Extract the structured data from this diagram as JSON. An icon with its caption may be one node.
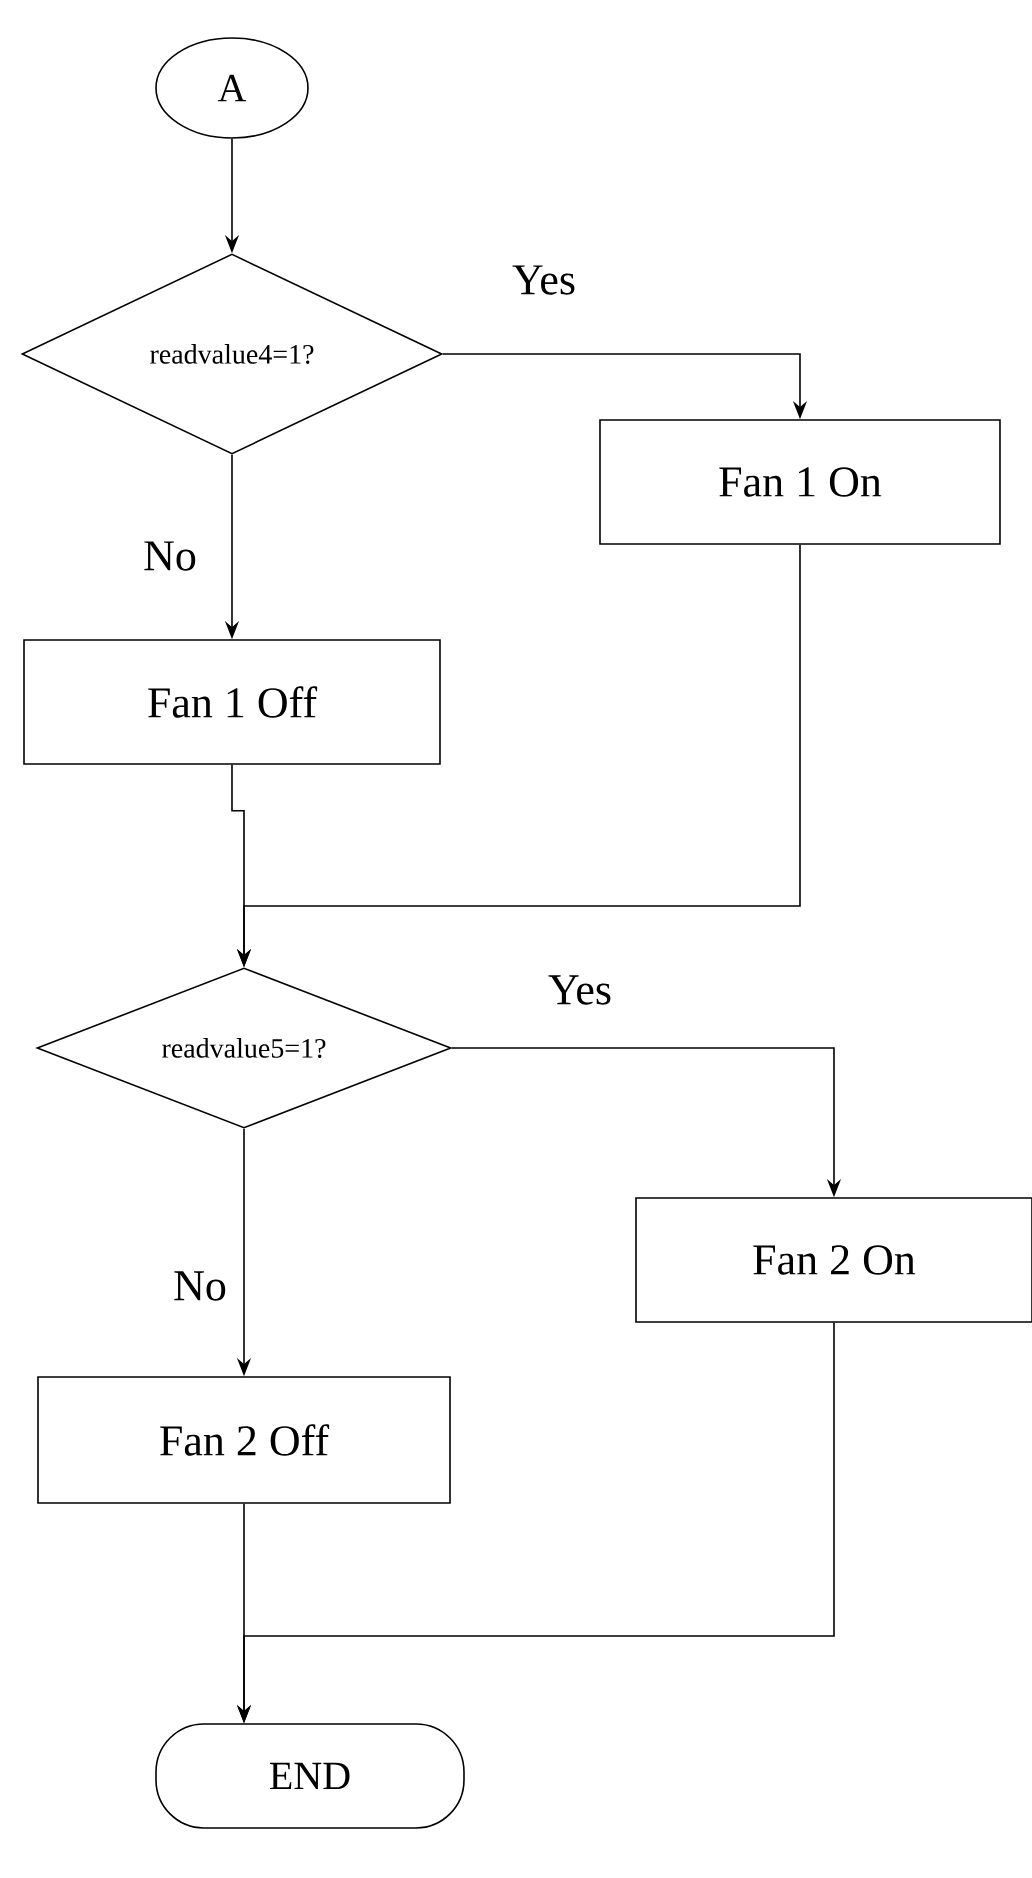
{
  "diagram": {
    "nodes": [
      {
        "text": [
          "A"
        ]
      },
      {
        "text": [
          "readvalue4=1?"
        ]
      },
      {
        "text": [
          "Fan 1 On"
        ]
      },
      {
        "text": [
          "Fan 1 Off"
        ]
      },
      {
        "text": [
          "readvalue5=1?"
        ]
      },
      {
        "text": [
          "Fan 2 On"
        ]
      },
      {
        "text": [
          "Fan 2 Off"
        ]
      },
      {
        "text": [
          "END"
        ]
      }
    ],
    "edges": [
      {
        "from": 0,
        "to": 1,
        "arrow": "to"
      },
      {
        "from": 1,
        "to": 2,
        "arrow": "to",
        "label": "Yes"
      },
      {
        "from": 1,
        "to": 3,
        "arrow": "to",
        "label": "No"
      },
      {
        "from": 3,
        "to": 4,
        "arrow": "to"
      },
      {
        "from": 2,
        "to": 4,
        "arrow": "to"
      },
      {
        "from": 4,
        "to": 5,
        "arrow": "to",
        "label": "Yes"
      },
      {
        "from": 4,
        "to": 6,
        "arrow": "to",
        "label": "No"
      },
      {
        "from": 6,
        "to": 7,
        "arrow": "to"
      },
      {
        "from": 5,
        "to": 7,
        "arrow": "to"
      }
    ]
  }
}
